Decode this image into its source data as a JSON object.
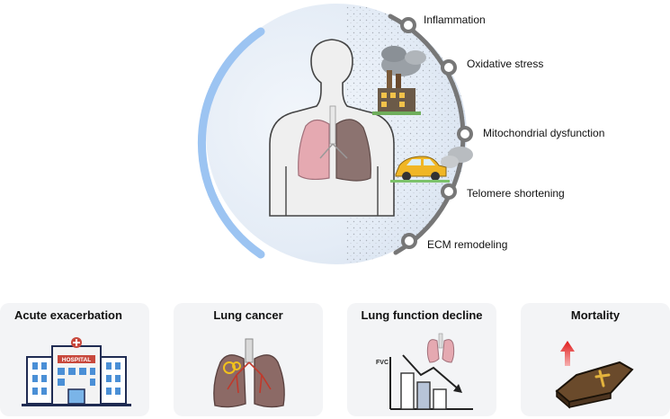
{
  "mechanisms": [
    {
      "label": "Inflammation"
    },
    {
      "label": "Oxidative stress"
    },
    {
      "label": "Mitochondrial dysfunction"
    },
    {
      "label": "Telomere shortening"
    },
    {
      "label": "ECM remodeling"
    }
  ],
  "outcomes": [
    {
      "title": "Acute exacerbation",
      "icon": "hospital-icon"
    },
    {
      "title": "Lung cancer",
      "icon": "lung-tumor-icon"
    },
    {
      "title": "Lung function decline",
      "icon": "declining-chart-icon"
    },
    {
      "title": "Mortality",
      "icon": "coffin-icon"
    }
  ],
  "hospital_sign": "HOSPITAL",
  "fvc_label": "FVC",
  "colors": {
    "arc_blue": "#9cc4f2",
    "arc_gray": "#777777",
    "card_bg": "#f3f4f6",
    "lung_pink": "#e5a9b1",
    "lung_dark": "#8c7370",
    "mortality_arrow": "#e01b1b"
  }
}
